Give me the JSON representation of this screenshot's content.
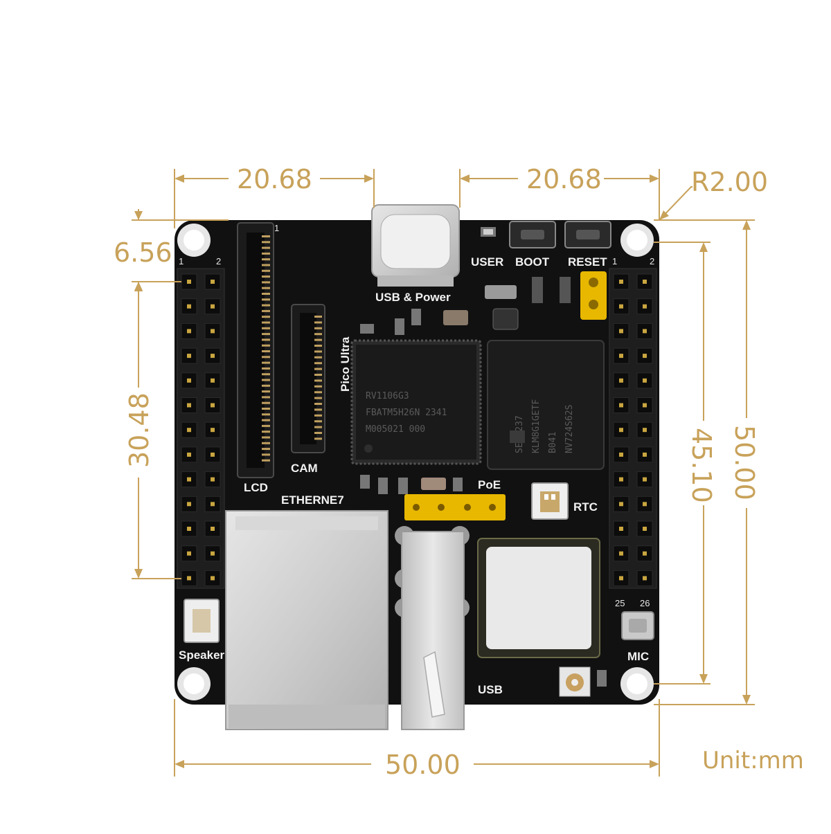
{
  "dimensions": {
    "top_left_width": "20.68",
    "top_right_width": "20.68",
    "corner_radius": "R2.00",
    "header_offset": "6.56",
    "header_span": "30.48",
    "hole_span_vertical": "45.10",
    "board_height": "50.00",
    "board_width": "50.00",
    "unit": "Unit:mm"
  },
  "board": {
    "name": "Pico Ultra",
    "labels": {
      "usb_power": "USB & Power",
      "user": "USER",
      "boot": "BOOT",
      "reset": "RESET",
      "lcd": "LCD",
      "cam": "CAM",
      "ethernet": "ETHERNE7",
      "poe": "PoE",
      "rtc": "RTC",
      "usb": "USB",
      "mic": "MIC",
      "speaker": "Speaker"
    },
    "pin_numbers": {
      "left_1": "1",
      "left_2": "2",
      "right_1": "1",
      "right_2": "2",
      "right_25": "25",
      "right_26": "26",
      "fpc_1": "1"
    },
    "soc_marking": [
      "RV1106G3",
      "FBATM5H26N 2341",
      "M005021 000"
    ],
    "memory_marking": [
      "SEC 237",
      "KLM8G1GETF",
      "B041",
      "NV724S62S"
    ]
  },
  "colors": {
    "dimension": "#c8a25a",
    "pcb": "#111111",
    "silkscreen": "#f2f2f2",
    "gold": "#e8b800",
    "metal": "#cfcfcf"
  }
}
